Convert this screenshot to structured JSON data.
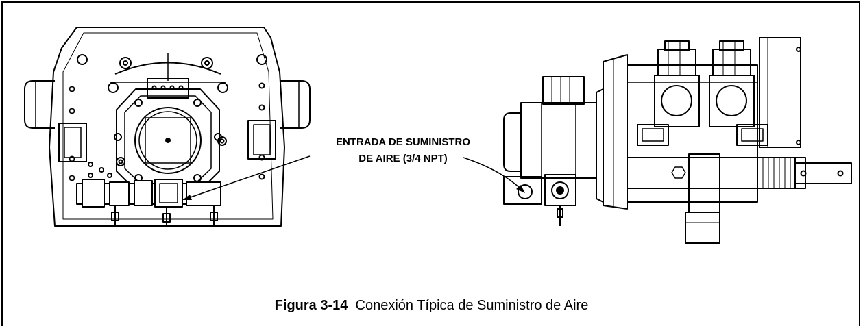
{
  "callout": {
    "line1": "ENTRADA DE SUMINISTRO",
    "line2": "DE AIRE (3/4 NPT)"
  },
  "caption": {
    "number": "Figura 3-14",
    "text": "Conexión Típica de Suministro de Aire"
  },
  "colors": {
    "stroke": "#000000",
    "background": "#ffffff"
  }
}
